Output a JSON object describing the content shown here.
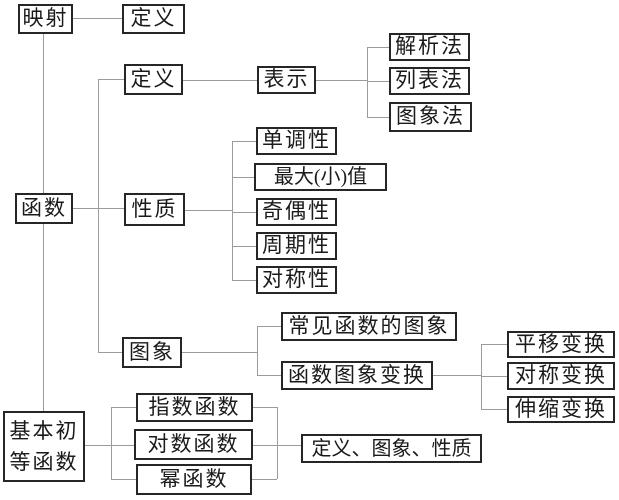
{
  "diagram": {
    "type": "concept-map",
    "language": "zh-CN",
    "topic_roots": [
      "映射",
      "函数",
      "基本初等函数"
    ]
  },
  "nodes": {
    "mapping": "映射",
    "mapping_def": "定义",
    "func": "函数",
    "func_def": "定义",
    "represent": "表示",
    "analytic_method": "解析法",
    "list_method": "列表法",
    "graph_method": "图象法",
    "property": "性质",
    "monotonicity": "单调性",
    "max_min_value": "最大(小)值",
    "parity": "奇偶性",
    "periodicity": "周期性",
    "symmetry": "对称性",
    "graph": "图象",
    "common_graphs": "常见函数的图象",
    "graph_transform": "函数图象变换",
    "translation_transform": "平移变换",
    "symmetric_transform": "对称变换",
    "scaling_transform": "伸缩变换",
    "basic_elementary": "基本初等函数",
    "exponential": "指数函数",
    "logarithmic": "对数函数",
    "power": "幂函数",
    "def_graph_prop": "定义、图象、性质"
  },
  "colors": {
    "background": "#ffffff",
    "box_border": "#262626",
    "text": "#1a1a1a",
    "connector": "#9b9b9b"
  }
}
